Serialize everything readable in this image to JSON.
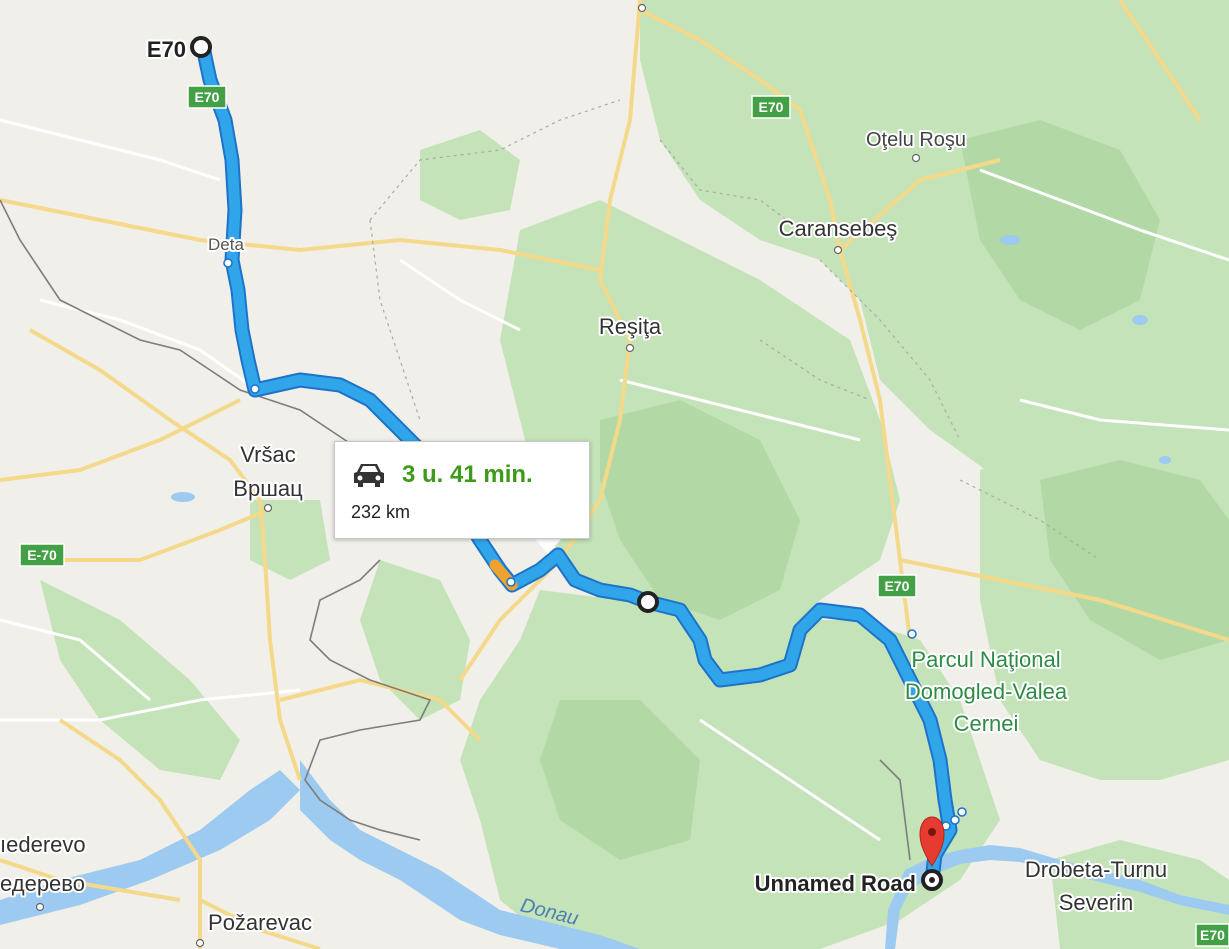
{
  "map": {
    "colors": {
      "land": "#f1efe9",
      "forest": "#bfe0b4",
      "forest_dark": "#a9d49b",
      "water": "#9ccaf0",
      "road_major": "#f4d98a",
      "road_minor": "#ffffff",
      "border": "#808080",
      "route": "#31a5ea",
      "route_outline": "#1d73c9",
      "traffic": "#f0a22e",
      "time_green": "#3c9b17",
      "pin_red": "#e53b30",
      "shield_green": "#43a047"
    },
    "route": {
      "start_label": "E70",
      "end_label": "Unnamed Road",
      "time": "3 u. 41 min.",
      "distance": "232 km",
      "mode_icon": "car-icon"
    },
    "places": {
      "otelu_rosu": "Oţelu Roşu",
      "caransebes": "Caransebeş",
      "resita": "Reşiţa",
      "deta": "Deta",
      "vrsac_latin": "Vršac",
      "vrsac_cyrillic": "Вршац",
      "park_line1": "Parcul Naţional",
      "park_line2": "Domogled-Valea",
      "park_line3": "Cernei",
      "smederevo_latin": "ıederevo",
      "smederevo_cyrillic": "едерево",
      "pozarevac": "Požarevac",
      "drobeta_line1": "Drobeta-Turnu",
      "drobeta_line2": "Severin",
      "river": "Donau"
    },
    "shields": {
      "e70_a": "E70",
      "e70_b": "E70",
      "e70_c": "E70",
      "e70_dash": "E-70",
      "e70_edge": "E70"
    }
  }
}
